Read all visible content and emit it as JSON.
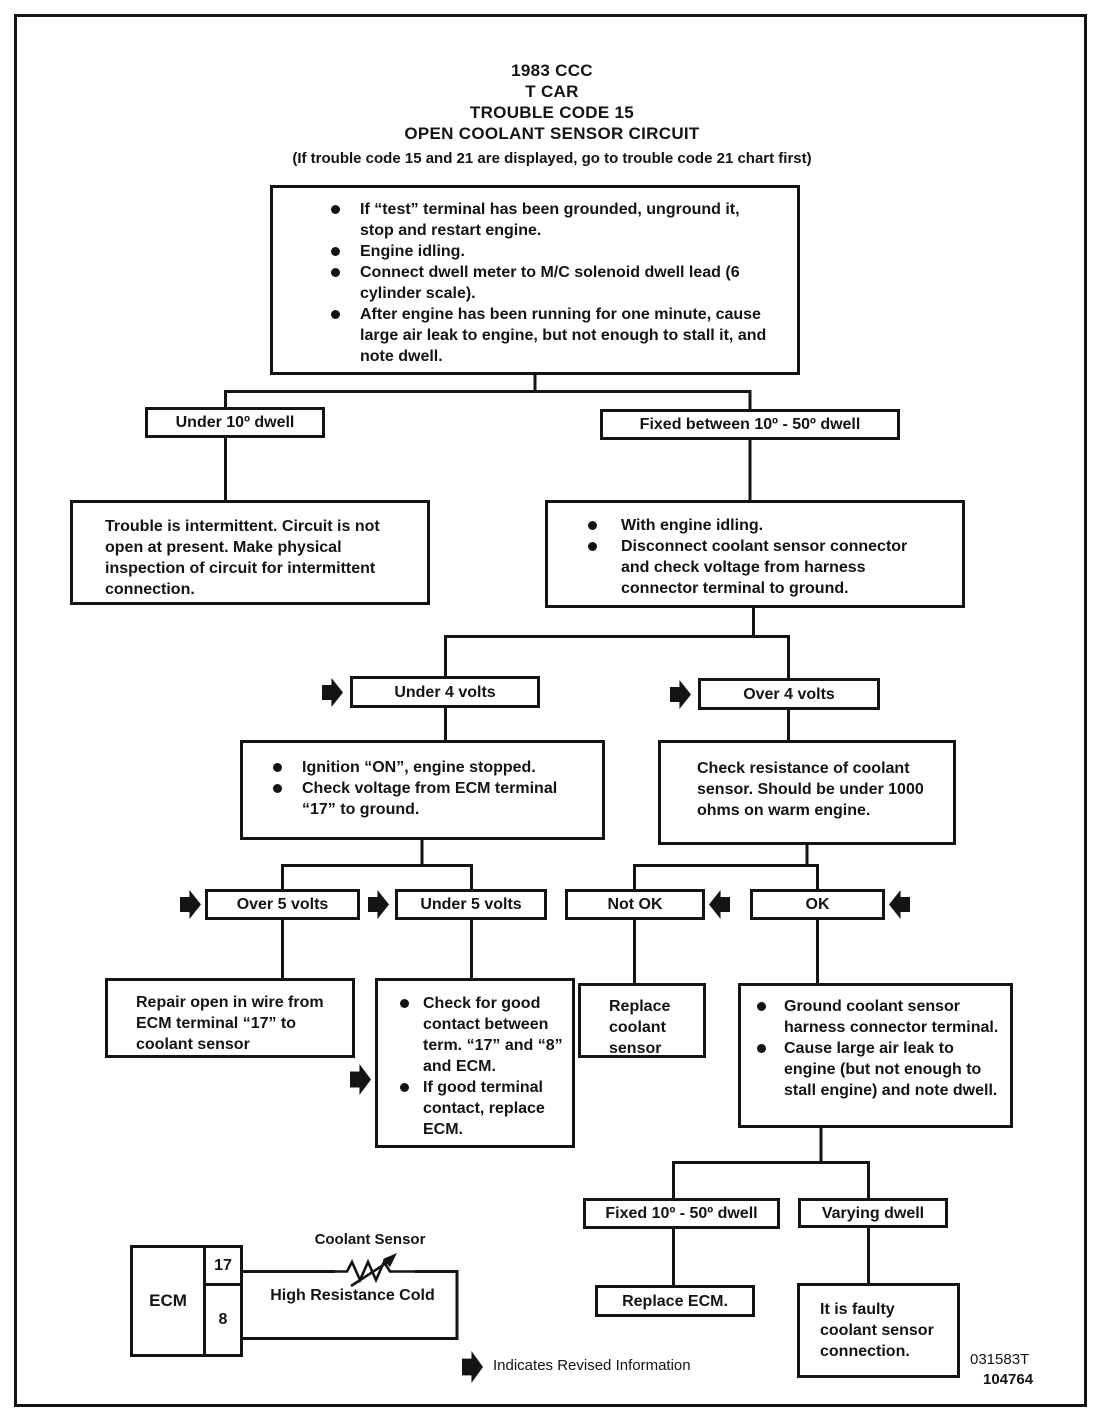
{
  "header": {
    "title_line1": "1983 CCC",
    "title_line2": "T CAR",
    "title_line3": "TROUBLE CODE 15",
    "title_line4": "OPEN COOLANT SENSOR CIRCUIT",
    "subtitle": "(If trouble code 15 and 21 are displayed, go to trouble code 21 chart first)"
  },
  "flowchart": {
    "start": {
      "bullets": [
        "If “test” terminal has been grounded, unground it, stop and restart engine.",
        "Engine idling.",
        "Connect dwell meter to M/C solenoid dwell lead (6 cylinder scale).",
        "After engine has been running for one minute, cause large air leak to engine, but not enough to stall it, and note dwell."
      ]
    },
    "under_10_dwell": {
      "label": "Under 10º dwell"
    },
    "fixed_10_50_dwell": {
      "label": "Fixed between 10º - 50º dwell"
    },
    "intermittent": {
      "text": "Trouble is intermittent. Circuit is not open at present. Make physical inspection of circuit for intermittent connection."
    },
    "engine_idling_check": {
      "bullets": [
        "With engine idling.",
        "Disconnect coolant sensor connector and check voltage from harness connector terminal to ground."
      ]
    },
    "under_4_volts": {
      "label": "Under 4 volts"
    },
    "over_4_volts": {
      "label": "Over 4 volts"
    },
    "ignition_on_check": {
      "bullets": [
        "Ignition “ON”, engine stopped.",
        "Check voltage from ECM terminal “17” to ground."
      ]
    },
    "check_resistance": {
      "text": "Check resistance of coolant sensor. Should be under 1000 ohms on warm engine."
    },
    "over_5_volts": {
      "label": "Over 5 volts"
    },
    "under_5_volts": {
      "label": "Under 5 volts"
    },
    "not_ok": {
      "label": "Not OK"
    },
    "ok": {
      "label": "OK"
    },
    "repair_open_wire": {
      "text": "Repair open in wire from ECM terminal “17” to coolant sensor"
    },
    "check_terminal_contact": {
      "bullets": [
        "Check for good contact between term. “17” and “8” and ECM.",
        "If good terminal contact, replace ECM."
      ]
    },
    "replace_coolant_sensor": {
      "text": "Replace coolant sensor"
    },
    "ground_sensor_check": {
      "bullets": [
        "Ground coolant sensor harness connector terminal.",
        "Cause large air leak to engine (but not enough to stall engine) and note dwell."
      ]
    },
    "fixed_dwell": {
      "label": "Fixed 10º - 50º dwell"
    },
    "varying_dwell": {
      "label": "Varying dwell"
    },
    "replace_ecm": {
      "label": "Replace ECM."
    },
    "faulty_connection": {
      "text": "It is faulty coolant sensor connection."
    }
  },
  "ecm_diagram": {
    "ecm_label": "ECM",
    "terminal_top": "17",
    "terminal_bottom": "8",
    "sensor_label": "Coolant Sensor",
    "note": "High Resistance Cold"
  },
  "footer": {
    "legend_text": "Indicates Revised Information",
    "revision_code": "031583T",
    "figure_number": "104764"
  },
  "colors": {
    "ink": "#141414",
    "paper": "#ffffff"
  }
}
